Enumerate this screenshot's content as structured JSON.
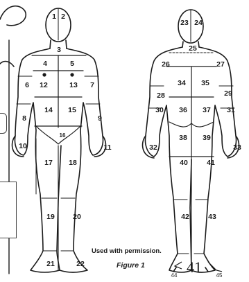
{
  "figure": {
    "permission_note": "Used with permission.",
    "caption": "Figure 1",
    "footer_numbers": [
      "44",
      "41",
      "45"
    ]
  },
  "front_view": {
    "regions": [
      {
        "id": "1",
        "label": "1"
      },
      {
        "id": "2",
        "label": "2"
      },
      {
        "id": "3",
        "label": "3"
      },
      {
        "id": "4",
        "label": "4"
      },
      {
        "id": "5",
        "label": "5"
      },
      {
        "id": "6",
        "label": "6"
      },
      {
        "id": "7",
        "label": "7"
      },
      {
        "id": "8",
        "label": "8"
      },
      {
        "id": "9",
        "label": "9"
      },
      {
        "id": "10",
        "label": "10"
      },
      {
        "id": "11",
        "label": "11"
      },
      {
        "id": "12",
        "label": "12"
      },
      {
        "id": "13",
        "label": "13"
      },
      {
        "id": "14",
        "label": "14"
      },
      {
        "id": "15",
        "label": "15"
      },
      {
        "id": "16",
        "label": "16"
      },
      {
        "id": "17",
        "label": "17"
      },
      {
        "id": "18",
        "label": "18"
      },
      {
        "id": "19",
        "label": "19"
      },
      {
        "id": "20",
        "label": "20"
      },
      {
        "id": "21",
        "label": "21"
      },
      {
        "id": "22",
        "label": "22"
      }
    ]
  },
  "back_view": {
    "regions": [
      {
        "id": "23",
        "label": "23"
      },
      {
        "id": "24",
        "label": "24"
      },
      {
        "id": "25",
        "label": "25"
      },
      {
        "id": "26",
        "label": "26"
      },
      {
        "id": "27",
        "label": "27"
      },
      {
        "id": "28",
        "label": "28"
      },
      {
        "id": "29",
        "label": "29"
      },
      {
        "id": "30",
        "label": "30"
      },
      {
        "id": "31",
        "label": "31"
      },
      {
        "id": "32",
        "label": "32"
      },
      {
        "id": "33",
        "label": "33"
      },
      {
        "id": "34",
        "label": "34"
      },
      {
        "id": "35",
        "label": "35"
      },
      {
        "id": "36",
        "label": "36"
      },
      {
        "id": "37",
        "label": "37"
      },
      {
        "id": "38",
        "label": "38"
      },
      {
        "id": "39",
        "label": "39"
      },
      {
        "id": "40",
        "label": "40"
      },
      {
        "id": "41",
        "label": "41"
      },
      {
        "id": "42",
        "label": "42"
      },
      {
        "id": "43",
        "label": "43"
      }
    ]
  },
  "colors": {
    "ink": "#1a1a1a",
    "paper": "#ffffff",
    "box_border": "#444444"
  }
}
